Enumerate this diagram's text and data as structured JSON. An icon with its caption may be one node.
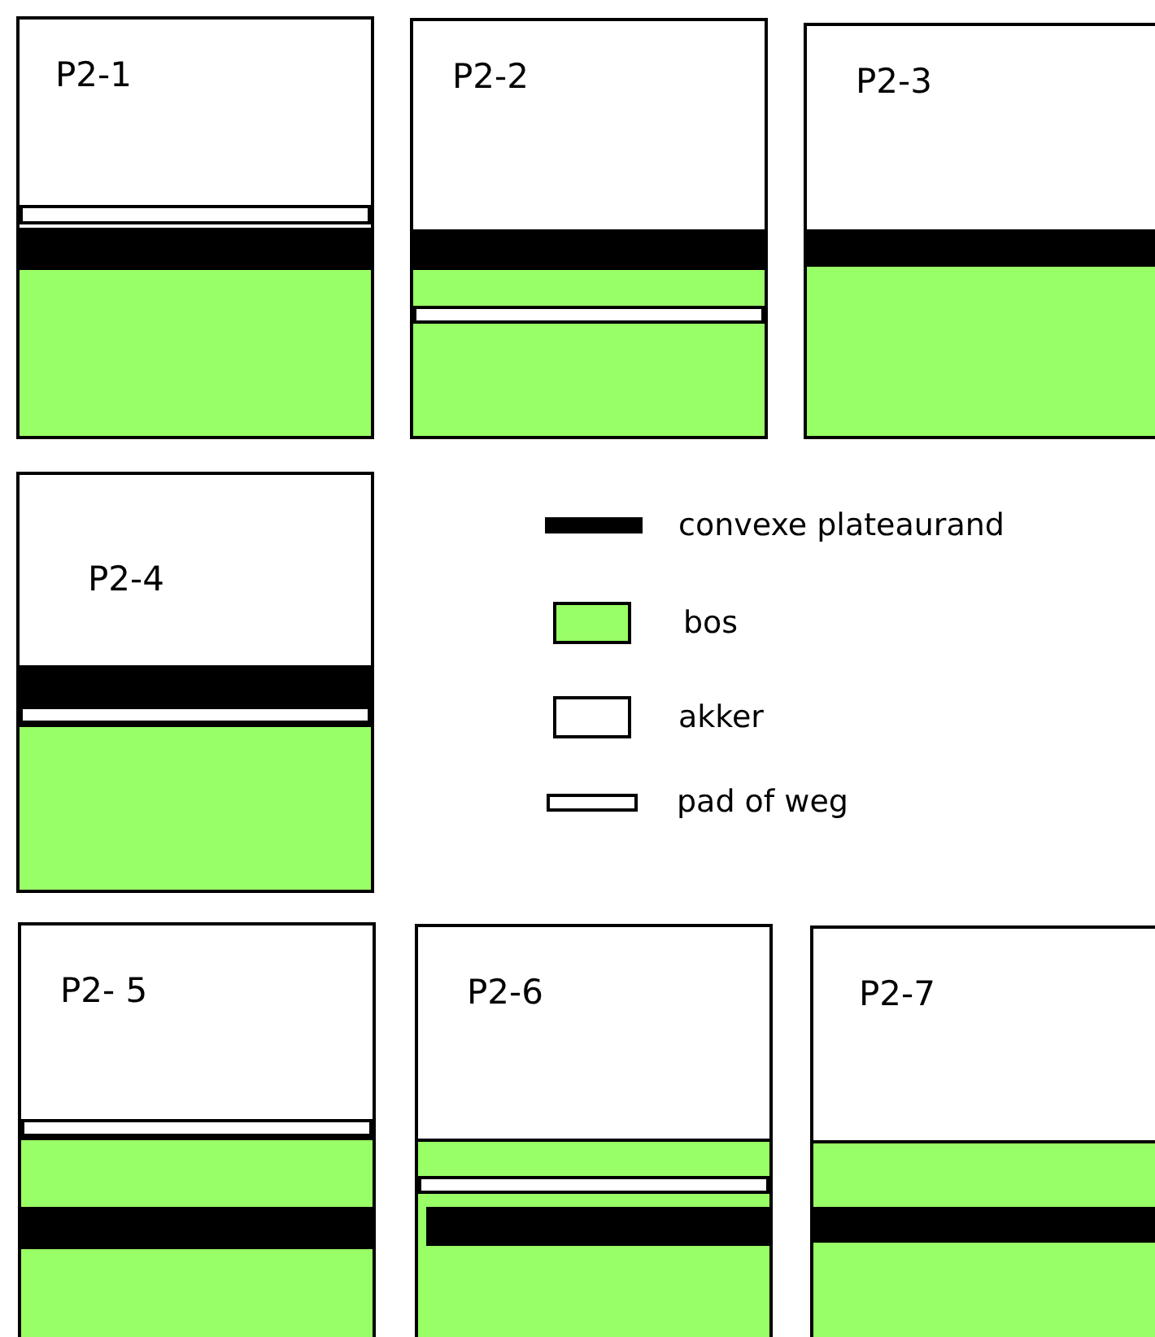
{
  "diagram": {
    "nodes": [
      {
        "text": [
          "P2-1"
        ]
      },
      {
        "text": [
          "P2-2"
        ]
      },
      {
        "text": [
          "P2-3"
        ]
      },
      {
        "text": [
          "P2-4"
        ]
      },
      {
        "text": [
          "P2- 5"
        ]
      },
      {
        "text": [
          "P2-6"
        ]
      },
      {
        "text": [
          "P2-7"
        ]
      }
    ],
    "edges": [],
    "legend": [
      {
        "text": "convexe plateaurand",
        "color": "#000000"
      },
      {
        "text": "bos",
        "color": "#99ff66"
      },
      {
        "text": "akker",
        "color": "#ffffff"
      },
      {
        "text": "pad of weg"
      }
    ]
  }
}
